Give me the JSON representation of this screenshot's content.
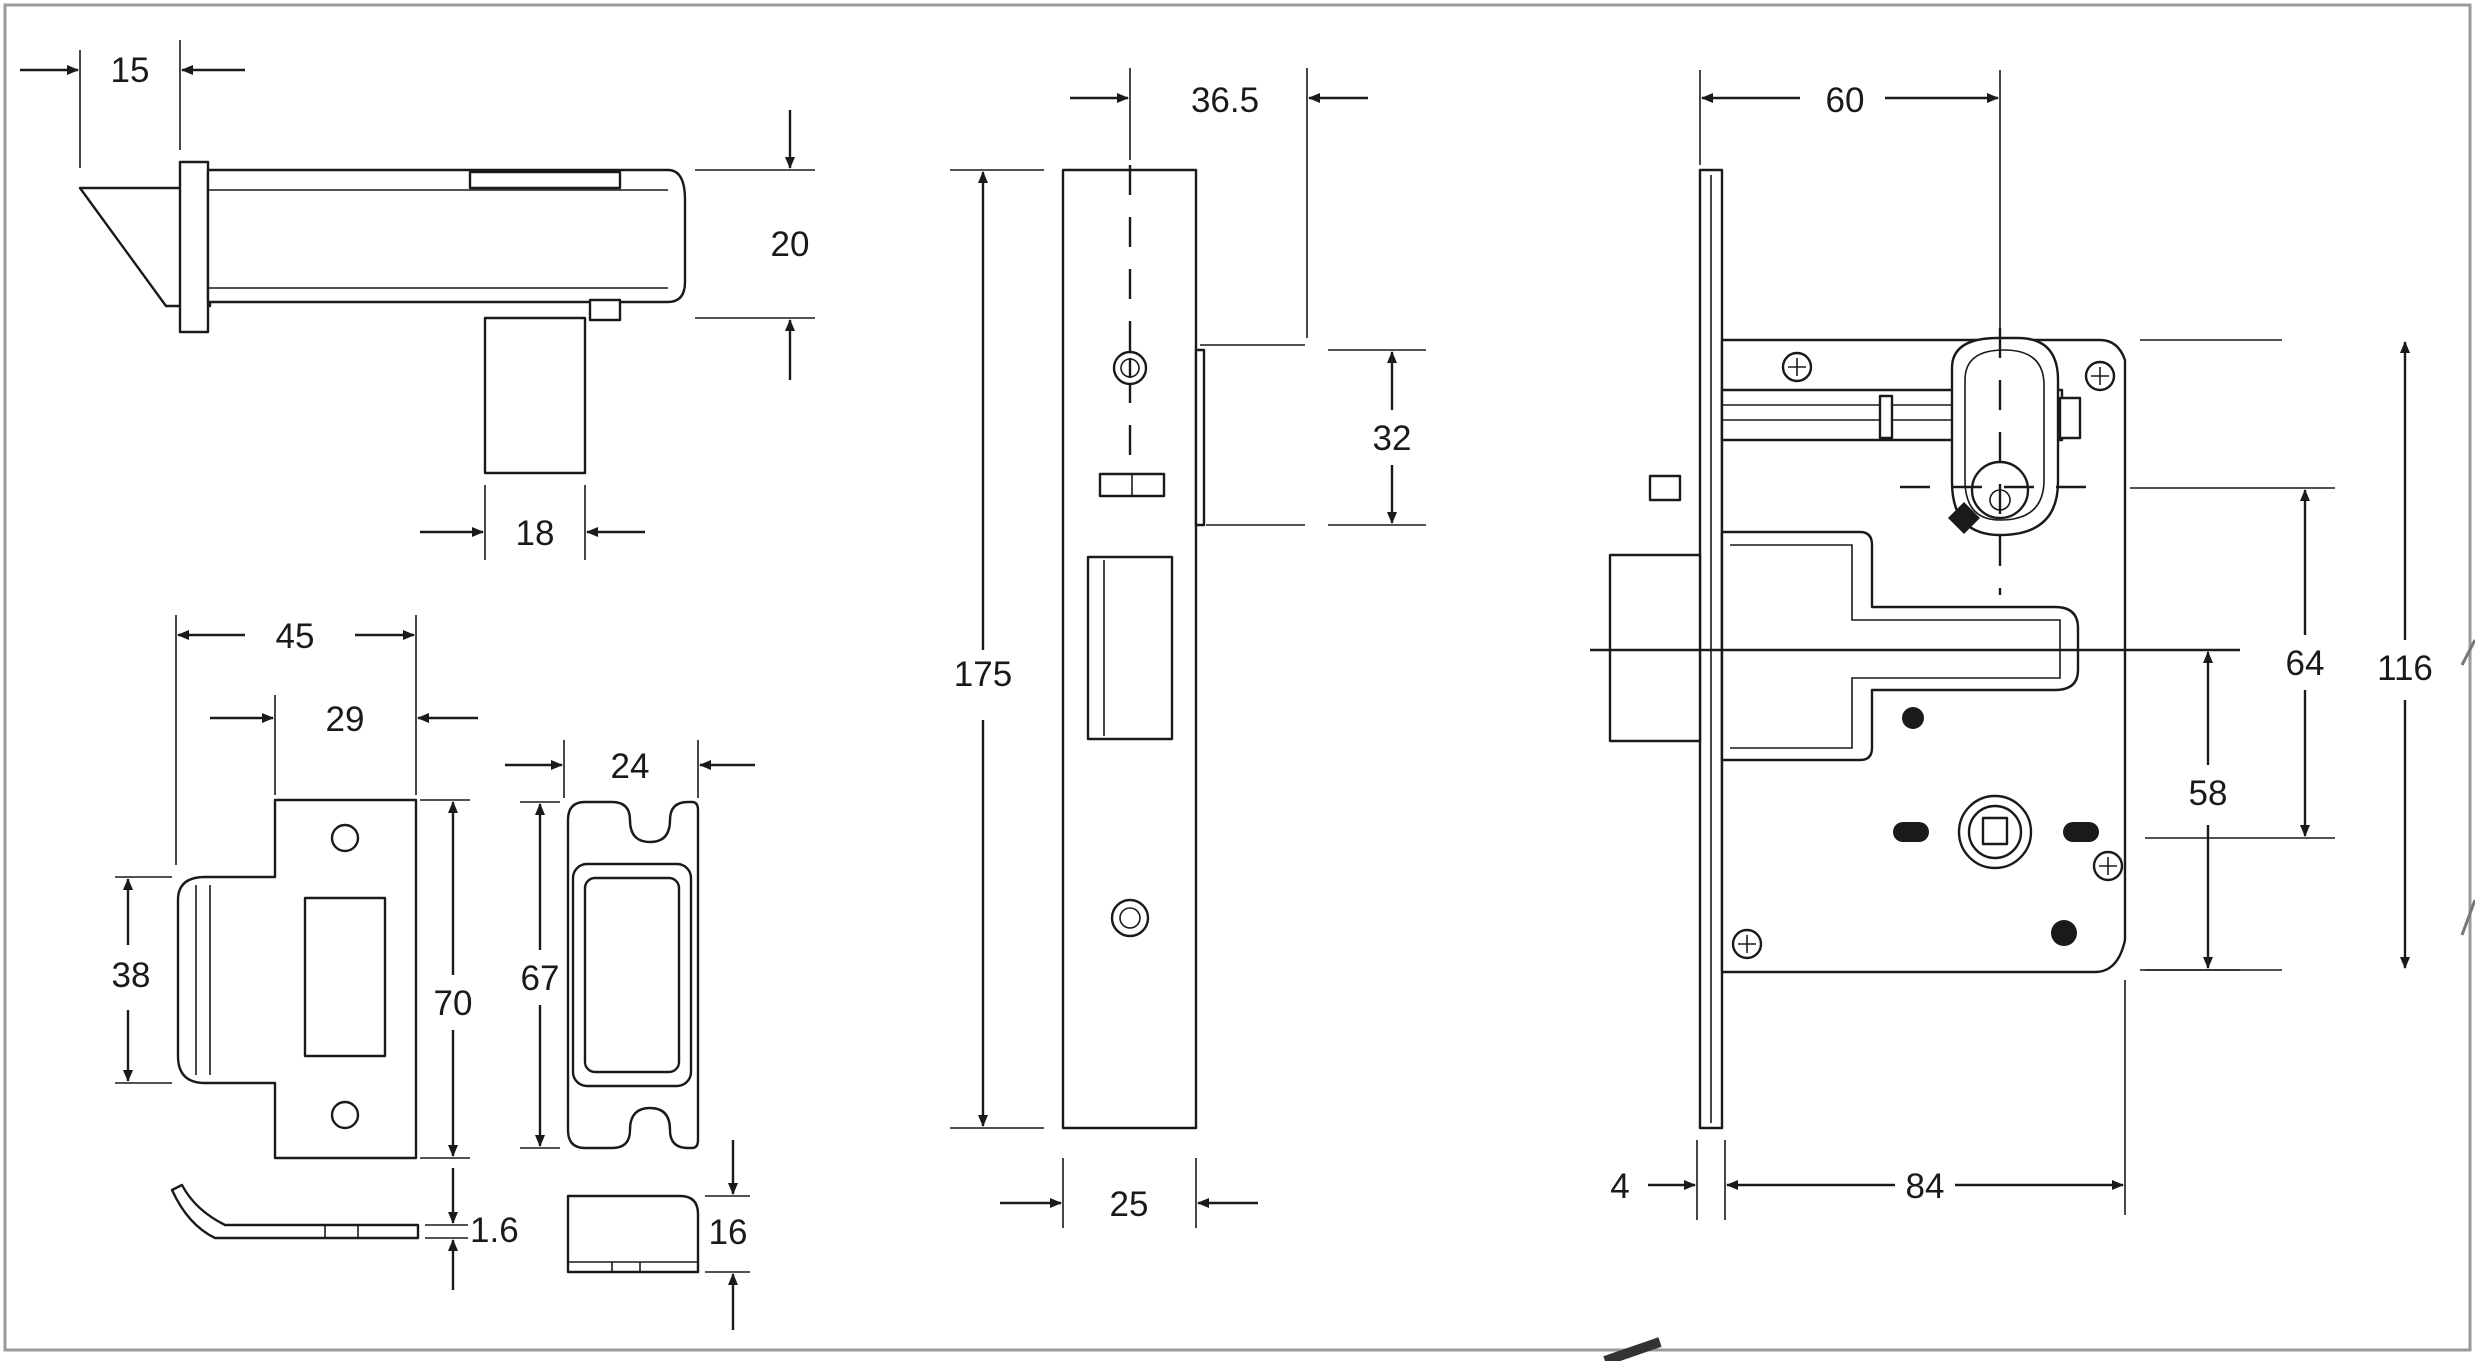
{
  "colors": {
    "ink": "#1a1a1a",
    "background": "#ffffff",
    "frame": "#9a9a9a"
  },
  "dimensions": {
    "d15": "15",
    "d20": "20",
    "d18": "18",
    "d45": "45",
    "d29": "29",
    "d38": "38",
    "d70": "70",
    "d1_6": "1.6",
    "d24": "24",
    "d67": "67",
    "d16": "16",
    "d36_5": "36.5",
    "d32": "32",
    "d175": "175",
    "d25": "25",
    "d60": "60",
    "d64": "64",
    "d116": "116",
    "d58": "58",
    "d4": "4",
    "d84": "84"
  }
}
